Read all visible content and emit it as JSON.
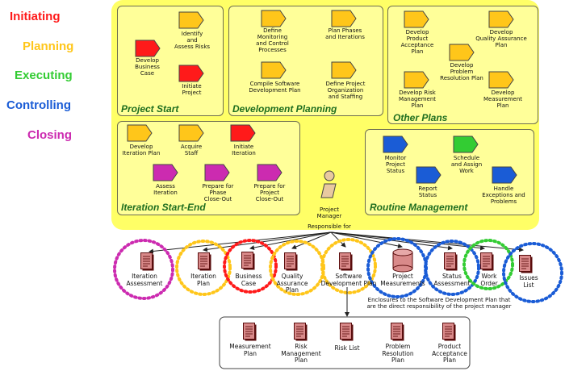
{
  "legend": {
    "initiating": "Initiating",
    "planning": "Planning",
    "executing": "Executing",
    "controlling": "Controlling",
    "closing": "Closing"
  },
  "colors": {
    "initiating": "#ff1a1a",
    "planning": "#ffc61a",
    "executing": "#33cc33",
    "controlling": "#1a5cd6",
    "closing": "#cc2bb0",
    "panel_outer": "#ffff66",
    "panel_inner": "#ffff99",
    "panel_title": "#1f6e1f"
  },
  "project_start": {
    "title": "Project Start",
    "identify": "Identify\nand\nAssess Risks",
    "develop_bc": "Develop\nBusiness\nCase",
    "initiate": "Initiate\nProject"
  },
  "development_planning": {
    "title": "Development Planning",
    "define_mon": "Define\nMonitoring\nand Control\nProcesses",
    "plan_phases": "Plan Phases\nand Iterations",
    "compile": "Compile Software\nDevelopment Plan",
    "define_org": "Define Project\nOrganization\nand Staffing"
  },
  "other_plans": {
    "title": "Other Plans",
    "develop_pap": "Develop\nProduct\nAcceptance\nPlan",
    "develop_qap": "Develop\nQuality Assurance\nPlan",
    "develop_prrp": "Develop\nProblem\nResolution Plan",
    "develop_rmp": "Develop Risk\nManagement\nPlan",
    "develop_mp": "Develop\nMeasurement\nPlan"
  },
  "iteration": {
    "title": "Iteration Start-End",
    "develop_ip": "Develop\nIteration Plan",
    "acquire": "Acquire\nStaff",
    "initiate_it": "Initiate\nIteration",
    "assess": "Assess\nIteration",
    "prep_phase": "Prepare for\nPhase\nClose-Out",
    "prep_project": "Prepare for\nProject\nClose-Out"
  },
  "routine": {
    "title": "Routine Management",
    "monitor": "Monitor\nProject\nStatus",
    "schedule": "Schedule\nand Assign\nWork",
    "report": "Report\nStatus",
    "handle": "Handle\nExceptions and\nProblems"
  },
  "manager": {
    "label": "Project\nManager",
    "responsible": "Responsible for"
  },
  "artifacts": {
    "iteration_assessment": "Iteration\nAssessment",
    "iteration_plan": "Iteration\nPlan",
    "business_case": "Business\nCase",
    "qa_plan": "Quality\nAssurance\nPlan",
    "sdp": "Software\nDevelopment Plan",
    "project_measurements": "Project\nMeasurements",
    "status_assessment": "Status\nAssessment",
    "work_order": "Work\nOrder",
    "issues_list": "Issues\nList"
  },
  "enclosure_note": "Enclosures to the Software Development Plan that\nare the direct responsibility of the project manager",
  "enclosures": {
    "measurement_plan": "Measurement\nPlan",
    "risk_mgmt_plan": "Risk\nManagement\nPlan",
    "risk_list": "Risk List",
    "problem_res_plan": "Problem\nResolution\nPlan",
    "product_acc_plan": "Product\nAcceptance\nPlan"
  }
}
